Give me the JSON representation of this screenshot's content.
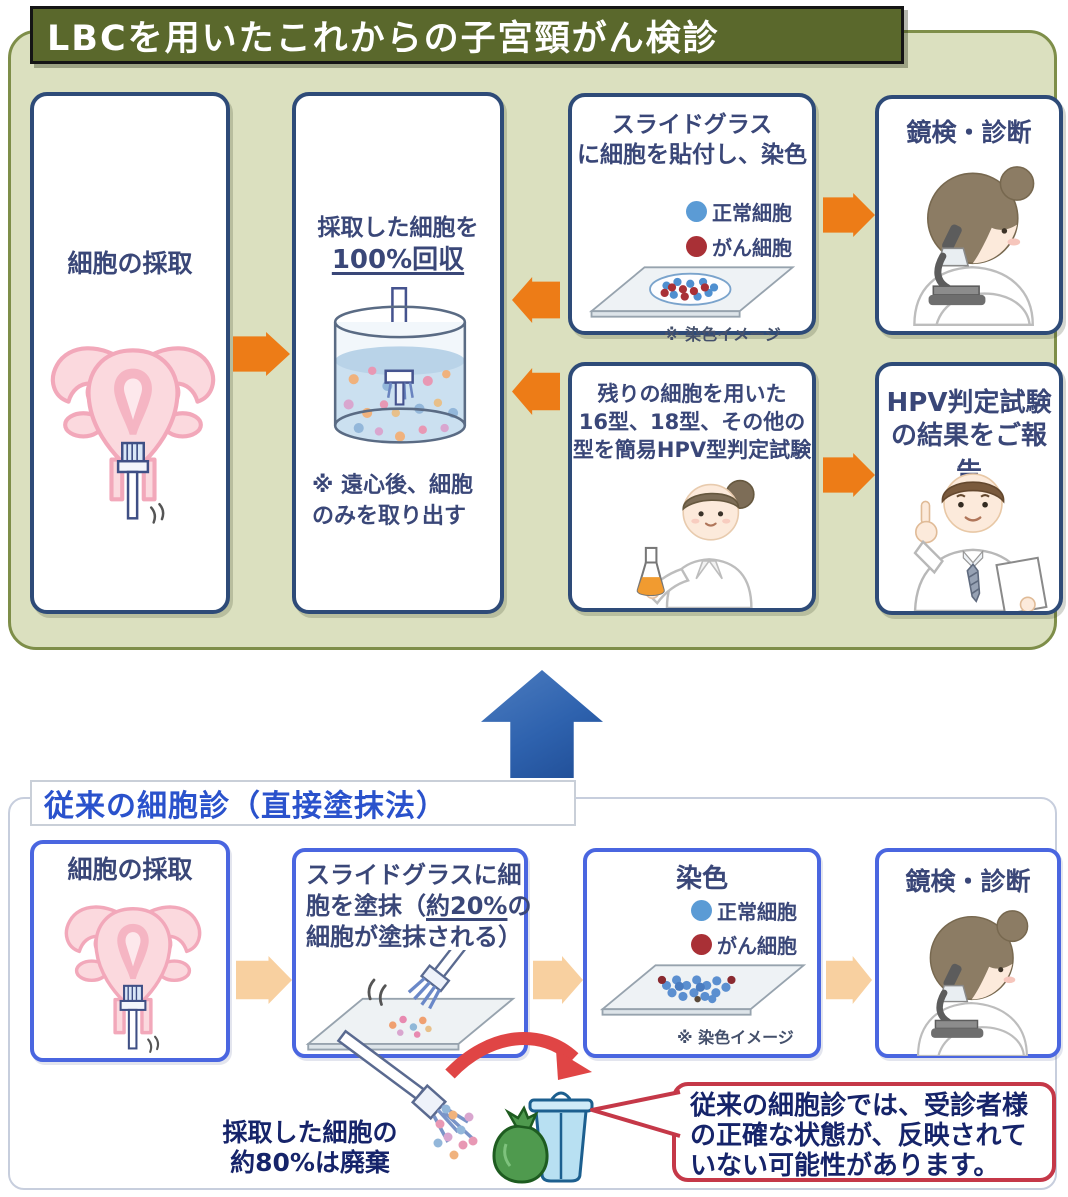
{
  "top_panel": {
    "title": "LBCを用いたこれからの子宮頸がん検診",
    "box_collect": {
      "label": "細胞の採取"
    },
    "box_recover": {
      "line1": "採取した細胞を",
      "line2": "100%回収",
      "note_line1": "※ 遠心後、細胞",
      "note_line2": "のみを取り出す"
    },
    "box_slide": {
      "title_line1": "スライドグラス",
      "title_line2": "に細胞を貼付し、染色",
      "legend": [
        {
          "label": "正常細胞",
          "color": "#5b9bd5"
        },
        {
          "label": "がん細胞",
          "color": "#a93036"
        }
      ],
      "caption": "※ 染色イメージ"
    },
    "box_microscopy": {
      "label": "鏡検・診断"
    },
    "box_hpv_test": {
      "title_line1": "残りの細胞を用いた",
      "title_line2": "16型、18型、その他の",
      "title_line3": "型を簡易HPV型判定試験"
    },
    "box_hpv_report": {
      "title_line1": "HPV判定試験",
      "title_line2": "の結果をご報告"
    }
  },
  "bottom_panel": {
    "title": "従来の細胞診（直接塗抹法）",
    "box_collect": {
      "label": "細胞の採取"
    },
    "box_smear": {
      "line1": "スライドグラスに細",
      "line2_pre": "胞を塗抹（",
      "line2_em": "約20%",
      "line2_post": "の",
      "line3": "細胞が塗抹される）"
    },
    "box_stain": {
      "label": "染色",
      "legend": [
        {
          "label": "正常細胞",
          "color": "#5b9bd5"
        },
        {
          "label": "がん細胞",
          "color": "#a93036"
        }
      ],
      "caption": "※ 染色イメージ"
    },
    "box_microscopy": {
      "label": "鏡検・診断"
    },
    "discard_line1": "採取した細胞の",
    "discard_line2": "約80%は廃棄",
    "warning_line1": "従来の細胞診では、受診者様",
    "warning_line2": "の正確な状態が、反映されて",
    "warning_line3": "いない可能性があります。"
  },
  "colors": {
    "panel_bg": "#dbe0bf",
    "title_bar_bg": "#5a682c",
    "top_box_border": "#2e4b78",
    "bottom_box_border": "#4a66e0",
    "orange_arrow": "#ed7c17",
    "peach_arrow": "#f8d0a0",
    "blue_up_arrow": "#2e62ae",
    "text_navy": "#3a4778",
    "warning_border": "#c53848",
    "normal_cell_dot": "#5b9bd5",
    "cancer_cell_dot": "#a93036"
  }
}
